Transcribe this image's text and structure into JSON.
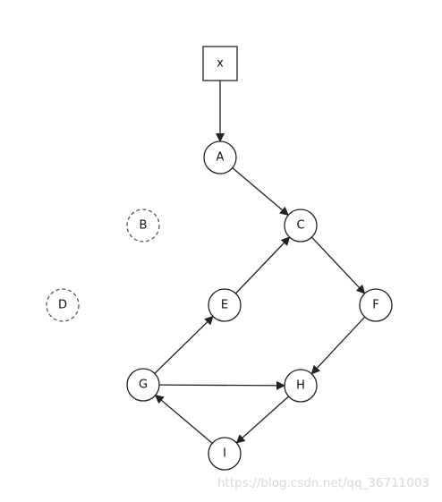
{
  "diagram": {
    "input_node": {
      "id": "x",
      "label": "x",
      "shape": "square"
    },
    "nodes": [
      {
        "id": "A",
        "label": "A",
        "style": "solid"
      },
      {
        "id": "B",
        "label": "B",
        "style": "dashed"
      },
      {
        "id": "C",
        "label": "C",
        "style": "solid"
      },
      {
        "id": "D",
        "label": "D",
        "style": "dashed"
      },
      {
        "id": "E",
        "label": "E",
        "style": "solid"
      },
      {
        "id": "F",
        "label": "F",
        "style": "solid"
      },
      {
        "id": "G",
        "label": "G",
        "style": "solid"
      },
      {
        "id": "H",
        "label": "H",
        "style": "solid"
      },
      {
        "id": "I",
        "label": "I",
        "style": "solid"
      }
    ],
    "edges": [
      {
        "from": "x",
        "to": "A"
      },
      {
        "from": "A",
        "to": "C"
      },
      {
        "from": "C",
        "to": "F"
      },
      {
        "from": "F",
        "to": "H"
      },
      {
        "from": "H",
        "to": "I"
      },
      {
        "from": "I",
        "to": "G"
      },
      {
        "from": "G",
        "to": "H"
      },
      {
        "from": "G",
        "to": "E"
      },
      {
        "from": "E",
        "to": "C"
      }
    ],
    "colors": {
      "stroke": "#222222",
      "dashed_stroke": "#555555",
      "fill": "#ffffff"
    }
  },
  "watermark": {
    "text": "https://blog.csdn.net/qq_36711003"
  }
}
